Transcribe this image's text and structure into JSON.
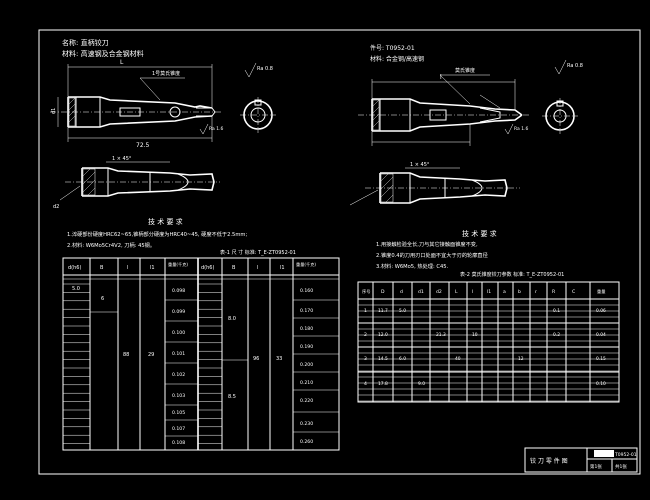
{
  "left_header": {
    "line1": "名称: 直柄铰刀",
    "line2": "材料: 高速钢及合金钢材料"
  },
  "right_header": {
    "code": "件号: T0952-01",
    "material": "材料: 合金钢/高速钢"
  },
  "left_part": {
    "label_side": "1号莫氏锥度",
    "roughness": "Ra 0.8",
    "roughness2": "Ra 1.6",
    "dim_total": "72.5",
    "dim_l": "L",
    "dim_d1": "d1",
    "dim_d2": "d2",
    "chamfer": "1 × 45°"
  },
  "right_part": {
    "label_side": "莫氏锥度",
    "roughness": "Ra 0.8",
    "roughness2": "Ra 1.6",
    "dim_l": "l",
    "chamfer": "1 × 45°"
  },
  "left_req": {
    "title": "技 术 要 求",
    "lines": [
      "1.淬硬部份硬度HRC62~65,锥柄部分硬度为HRC40~45, 硬度不低于2.5mm;",
      "2.材料: W6Mo5Cr4V2, 刀柄: 45钢。"
    ]
  },
  "right_req": {
    "title": "技 术 要 求",
    "lines": [
      "1.用接触检验全长,刀与其它接触面锥度不变,",
      "2.锥度0.4的刀用刃口处面不宜大于刃的轮廓直径",
      "3.材料: W6Mo5, 热处理: C45."
    ]
  },
  "left_table": {
    "caption": "表-1  尺  寸    标准:  T_E-ZT0952-01",
    "headers": [
      "d(h6)",
      "B",
      "l",
      "l1",
      "重量(千克)",
      "d(h6)",
      "B",
      "l",
      "l1",
      "重量(千克)"
    ],
    "values": [
      "5.0",
      "6",
      "88",
      "29",
      "0.098",
      "0.099",
      "0.100",
      "0.101",
      "0.102",
      "0.103",
      "0.105",
      "0.107",
      "0.108",
      "8.0",
      "8.5",
      "96",
      "33",
      "0.160",
      "0.170",
      "0.180",
      "0.190",
      "0.200",
      "0.210",
      "0.220",
      "0.230",
      "0.260"
    ]
  },
  "right_table": {
    "caption": "表-2  莫氏锥度铰刀参数    标准:  T_E-ZT0952-01",
    "headers": [
      "序号",
      "D",
      "d",
      "d1",
      "d2",
      "L",
      "l",
      "l1",
      "a",
      "b",
      "r",
      "R",
      "C",
      "重量"
    ],
    "values": [
      "1",
      "2",
      "3",
      "4",
      "11.7",
      "12.0",
      "14.5",
      "17.8",
      "21.3",
      "5.0",
      "6.0",
      "9.0",
      "40",
      "10",
      "12",
      "0.1",
      "0.2",
      "0.06",
      "0.04",
      "0.15",
      "0.10"
    ]
  },
  "title_block": {
    "name": "铰 刀 零 件 图",
    "code": "T0952-01",
    "sheet_no": "第1张",
    "total": "共1张"
  }
}
